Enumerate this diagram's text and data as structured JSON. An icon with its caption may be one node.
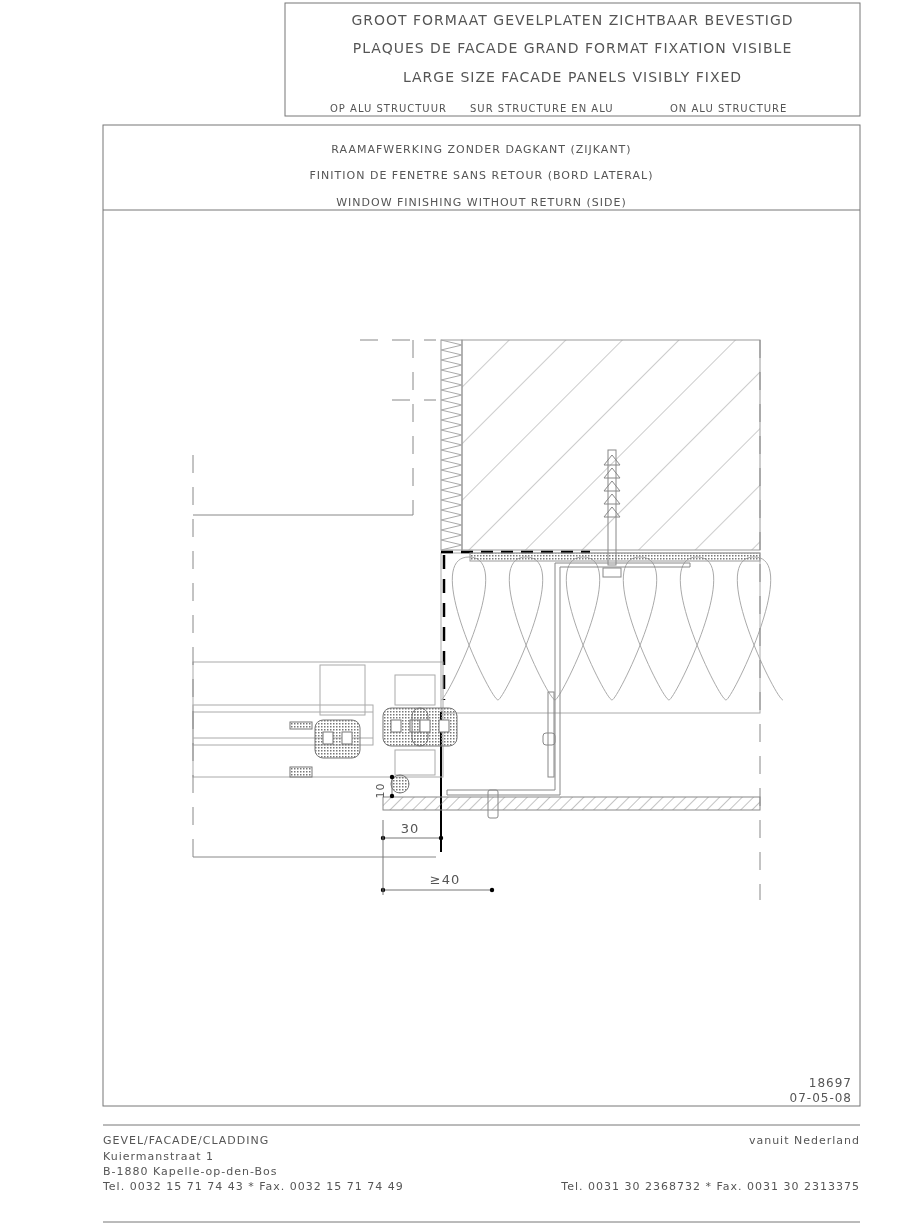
{
  "diagram": {
    "title": "GROOT FORMAAT GEVELPLATEN ZICHTBAAR BEVESTIGD",
    "labels": [
      "PLAQUES DE FACADE GRAND FORMAT FIXATION VISIBLE",
      "LARGE SIZE FACADE PANELS VISIBLY FIXED",
      "OP ALU STRUCTUUR",
      "SUR STRUCTURE EN ALU",
      "ON ALU STRUCTURE",
      "RAAMAFWERKING ZONDER DAGKANT (ZIJKANT)",
      "FINITION DE FENETRE SANS RETOUR (BORD LATERAL)",
      "WINDOW FINISHING WITHOUT RETURN (SIDE)",
      "10",
      "30",
      "≥40",
      "18697",
      "07-05-08",
      "GEVEL/FACADE/CLADDING",
      "vanuit Nederland",
      "Kuiermanstraat 1",
      "B-1880 Kapelle-op-den-Bos",
      "Tel. 0032 15 71 74 43 * Fax. 0032 15 71 74 49",
      "Tel. 0031 30 2368732 * Fax. 0031 30 2313375"
    ]
  }
}
